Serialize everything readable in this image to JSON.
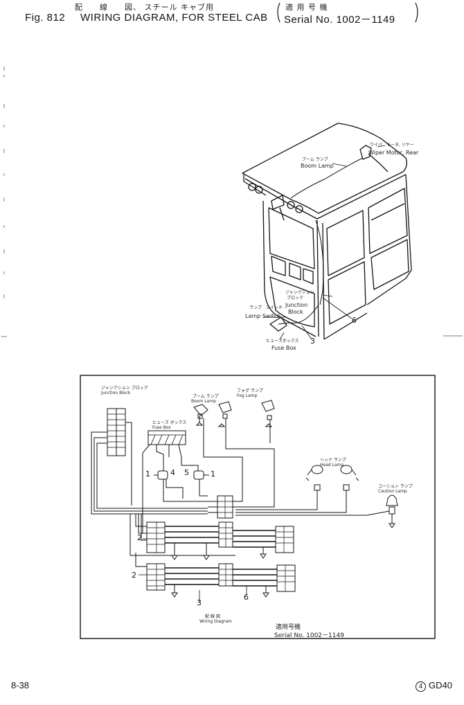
{
  "header": {
    "jp_line": "配　　線　　図、 スチール キャブ用",
    "fig_prefix": "Fig. 812",
    "fig_title": "WIRING DIAGRAM, FOR STEEL CAB",
    "serial_jp": "適 用 号 機",
    "serial": "Serial No. 1002－1149"
  },
  "cab_labels": {
    "boom_lamp_jp": "ブーム ランプ",
    "boom_lamp": "Boom Lamp",
    "wiper_motor_jp": "ワイパ　モータ, リヤー",
    "wiper_motor": "Wiper Motor, Rear",
    "junction_jp1": "ジャンクション",
    "junction_jp2": "ブロック",
    "junction1": "Junction",
    "junction2": "Block",
    "lamp_switch_jp": "ランプ　スイッチ",
    "lamp_switch": "Lamp Switch",
    "fuse_box_jp": "ヒューズボックス",
    "fuse_box": "Fuse Box",
    "callout_6": "6",
    "callout_3": "3"
  },
  "schematic": {
    "junction_block_jp": "ジャンクション ブロック",
    "junction_block": "Junction Block",
    "boom_lamp_jp": "ブーム ランプ",
    "boom_lamp": "Boom Lamp",
    "fog_lamp_jp": "フォグ ランプ",
    "fog_lamp": "Fog Lamp",
    "fuse_box_jp": "ヒューズ ボックス",
    "fuse_box": "Fuse Box",
    "head_lamp_jp": "ヘッド ランプ",
    "head_lamp": "Head Lamp",
    "caution_lamp_jp": "コーション ランプ",
    "caution_lamp": "Caution Lamp",
    "n1a": "1",
    "n4": "4",
    "n5": "5",
    "n1b": "1",
    "n2a": "2",
    "n2b": "2",
    "n3": "3",
    "n6": "6",
    "wiring_jp": "配 線 図",
    "wiring": "Wiring Diagram",
    "serial_jp": "適用号機",
    "serial": "Serial No. 1002－1149"
  },
  "footer": {
    "page": "8-38",
    "circle": "4",
    "model": "GD40"
  }
}
